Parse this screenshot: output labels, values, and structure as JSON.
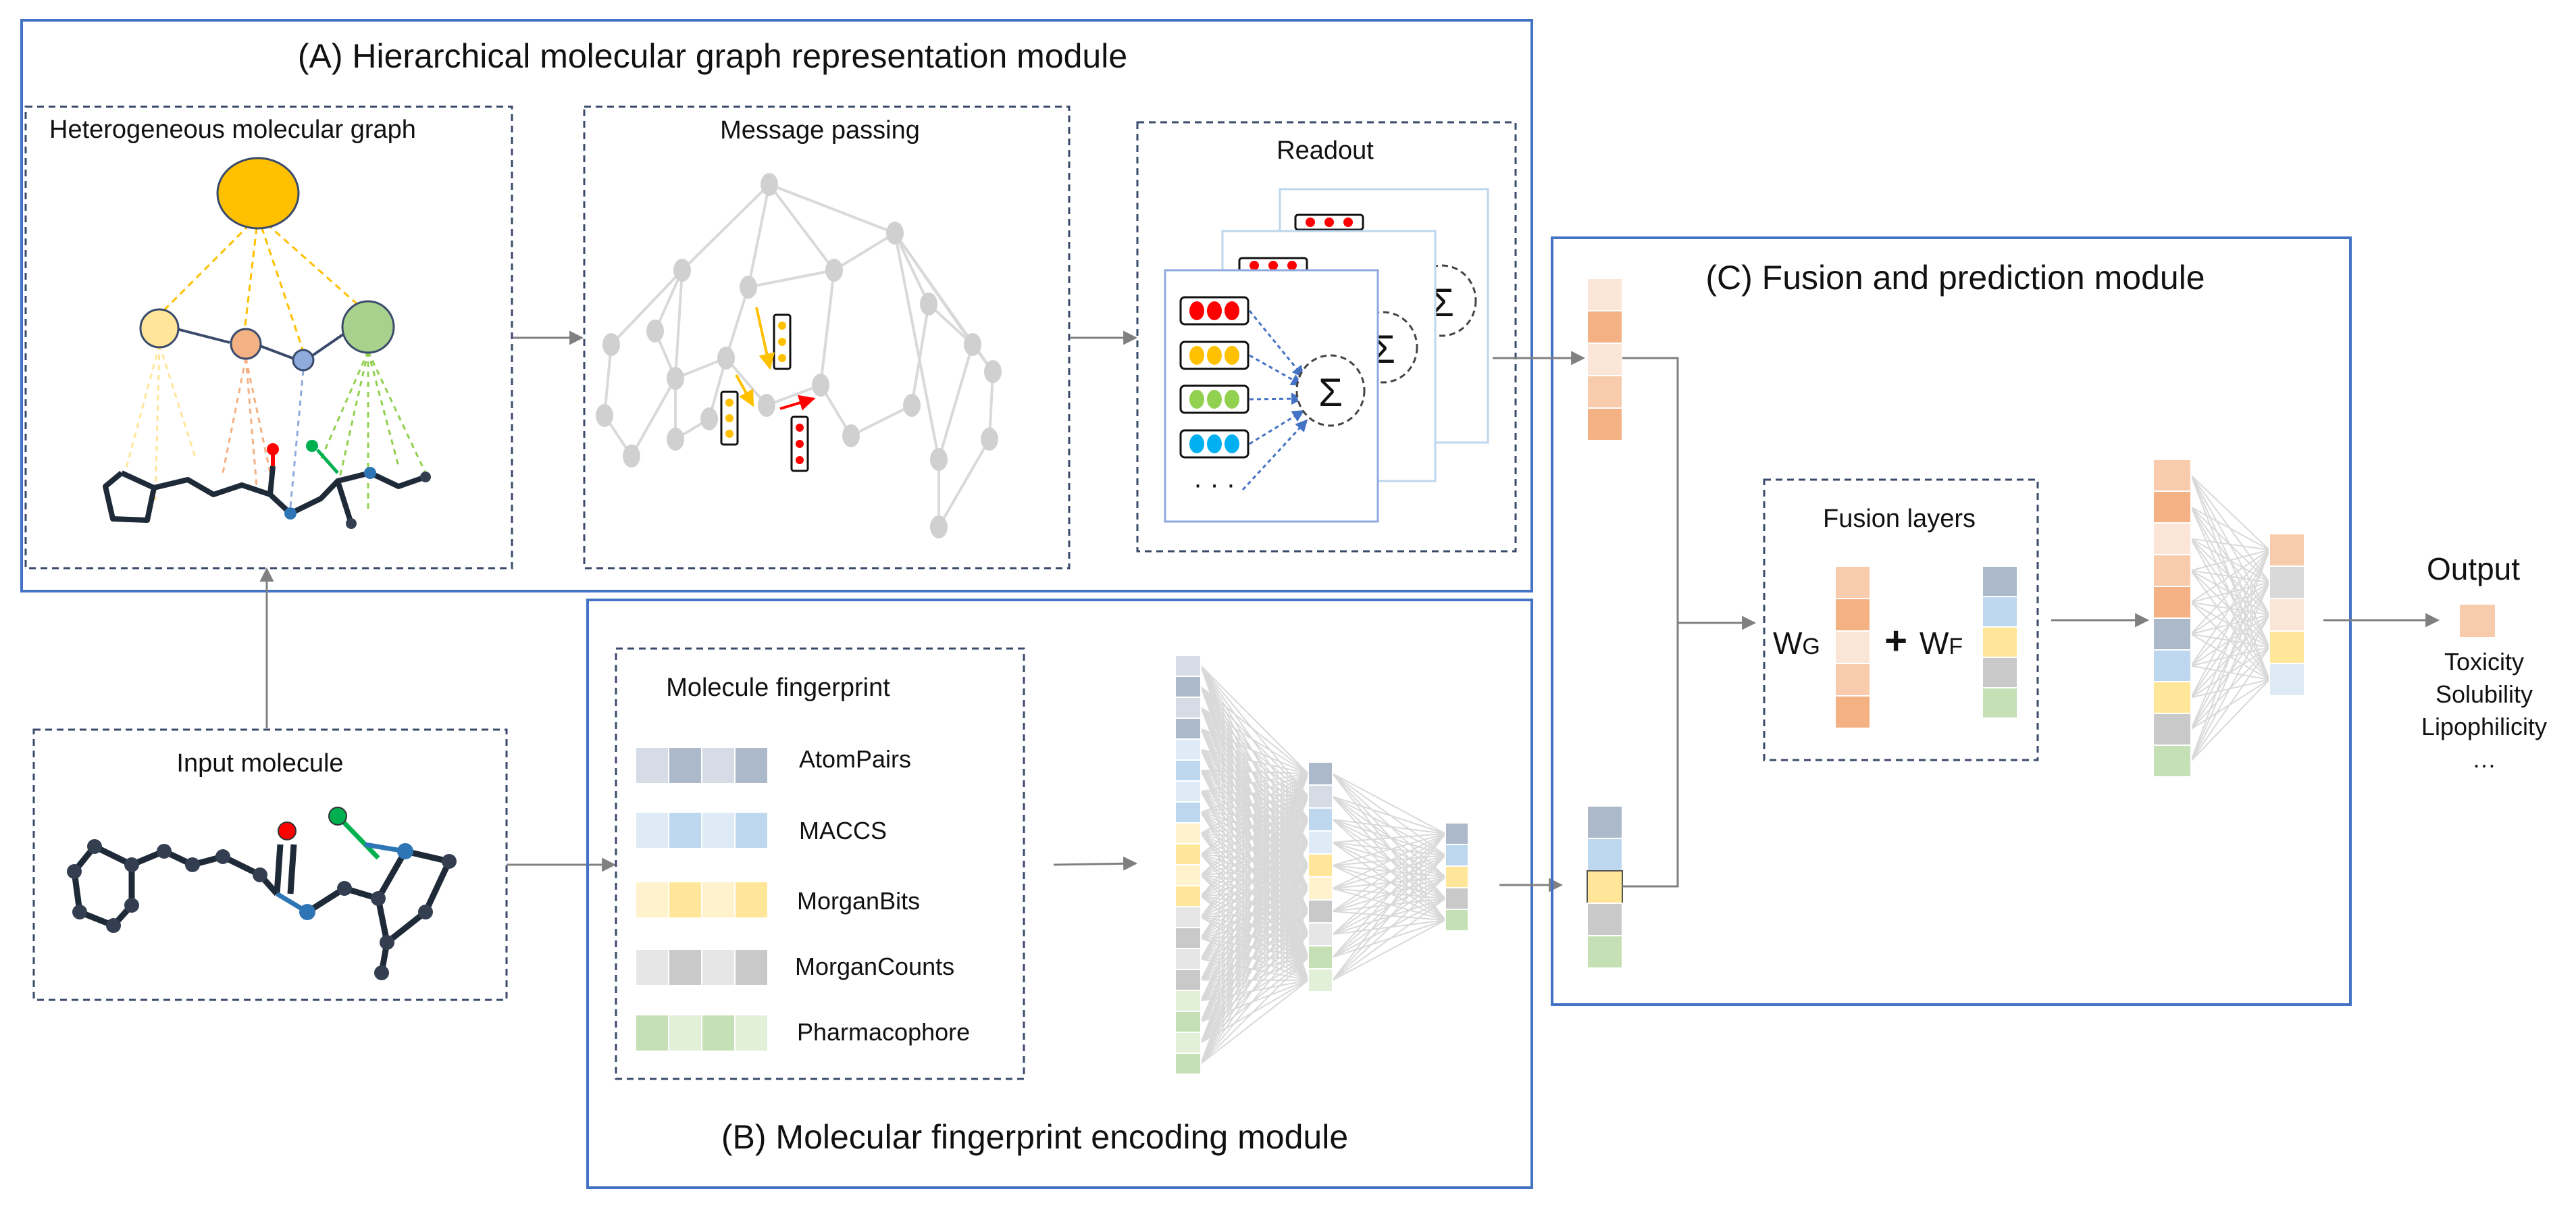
{
  "module_a": {
    "title": "(A) Hierarchical molecular graph representation module",
    "panels": {
      "graph": "Heterogeneous molecular graph",
      "message": "Message passing",
      "readout": "Readout"
    },
    "ellipsis": "· · ·"
  },
  "module_b": {
    "title": "(B) Molecular fingerprint encoding module",
    "fingerprint_title": "Molecule fingerprint",
    "fingerprints": [
      "AtomPairs",
      "MACCS",
      "MorganBits",
      "MorganCounts",
      "Pharmacophore"
    ]
  },
  "module_c": {
    "title": "(C) Fusion and prediction module",
    "fusion_title": "Fusion layers",
    "wg_main": "W",
    "wg_sub": "G",
    "wf_main": "W",
    "wf_sub": "F",
    "plus": "+"
  },
  "input": {
    "title": "Input molecule"
  },
  "output": {
    "title": "Output",
    "tasks": [
      "Toxicity",
      "Solubility",
      "Lipophilicity",
      "…"
    ]
  },
  "colors": {
    "module_border": "#4472c4",
    "dashed_border": "#3a4a6b",
    "arrow": "#808080",
    "red": "#ff0000",
    "yellow": "#ffc000",
    "green": "#92d050",
    "blue": "#00b0f0",
    "orange": "#f4b183",
    "slate": "#acb9ca",
    "light_blue": "#bdd7ee",
    "light_yellow": "#ffe699",
    "gray": "#c9c9c9",
    "light_green": "#c5e0b4"
  },
  "icons": [
    "sigma-icon",
    "arrow-icon",
    "molecule-icon",
    "graph-icon",
    "neural-network-icon"
  ]
}
